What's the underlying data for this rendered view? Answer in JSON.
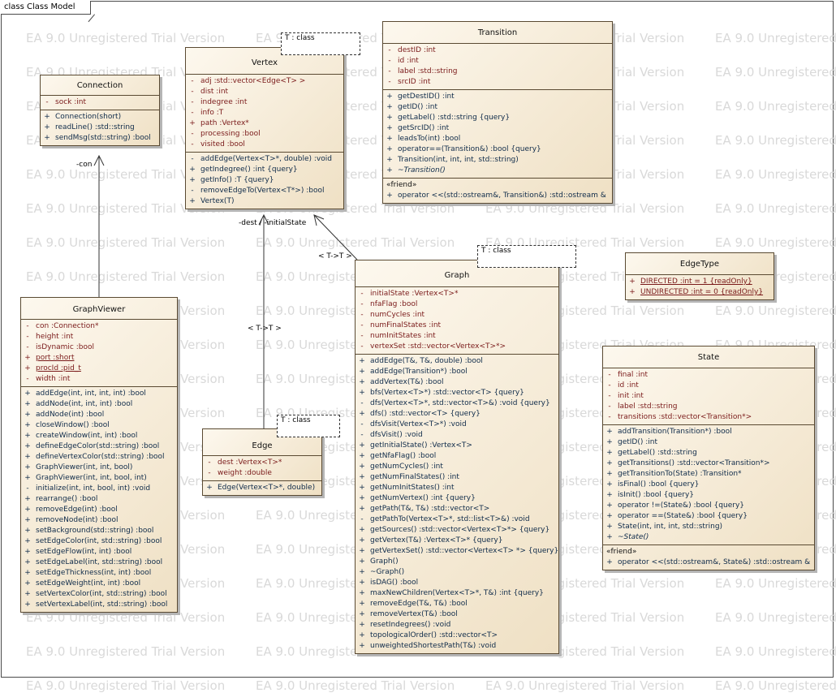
{
  "frame_label": "class Class Model",
  "watermark_text": "EA 9.0 Unregistered Trial Version",
  "colors": {
    "attr": "#7a1a1a",
    "op": "#0f2b4a",
    "border": "#5a4a32"
  },
  "template_param": "T : class",
  "edge_labels": {
    "con": "-con",
    "dest_initial": "-dest / -initialState",
    "binding_graph": "< T->T >",
    "binding_edge": "< T->T >"
  },
  "classes": {
    "connection": {
      "name": "Connection",
      "attributes": [
        {
          "vis": "-",
          "text": "sock :int"
        }
      ],
      "operations": [
        {
          "vis": "+",
          "text": "Connection(short)"
        },
        {
          "vis": "+",
          "text": "readLine() :std::string"
        },
        {
          "vis": "+",
          "text": "sendMsg(std::string) :bool"
        }
      ]
    },
    "vertex": {
      "name": "Vertex",
      "attributes": [
        {
          "vis": "-",
          "text": "adj :std::vector<Edge<T> >"
        },
        {
          "vis": "-",
          "text": "dist :int"
        },
        {
          "vis": "-",
          "text": "indegree :int"
        },
        {
          "vis": "-",
          "text": "info :T"
        },
        {
          "vis": "+",
          "text": "path :Vertex*"
        },
        {
          "vis": "-",
          "text": "processing :bool"
        },
        {
          "vis": "-",
          "text": "visited :bool"
        }
      ],
      "operations": [
        {
          "vis": "-",
          "text": "addEdge(Vertex<T>*, double) :void"
        },
        {
          "vis": "+",
          "text": "getIndegree() :int {query}"
        },
        {
          "vis": "+",
          "text": "getInfo() :T {query}"
        },
        {
          "vis": "-",
          "text": "removeEdgeTo(Vertex<T*>) :bool"
        },
        {
          "vis": "+",
          "text": "Vertex(T)"
        }
      ]
    },
    "transition": {
      "name": "Transition",
      "attributes": [
        {
          "vis": "-",
          "text": "destID :int"
        },
        {
          "vis": "-",
          "text": "id :int"
        },
        {
          "vis": "-",
          "text": "label :std::string"
        },
        {
          "vis": "-",
          "text": "srcID :int"
        }
      ],
      "operations": [
        {
          "vis": "+",
          "text": "getDestID() :int"
        },
        {
          "vis": "+",
          "text": "getID() :int"
        },
        {
          "vis": "+",
          "text": "getLabel() :std::string {query}"
        },
        {
          "vis": "+",
          "text": "getSrcID() :int"
        },
        {
          "vis": "+",
          "text": "leadsTo(int) :bool"
        },
        {
          "vis": "+",
          "text": "operator==(Transition&) :bool {query}"
        },
        {
          "vis": "+",
          "text": "Transition(int, int, int, std::string)"
        },
        {
          "vis": "+",
          "text": "~Transition()",
          "abstract": true
        }
      ],
      "friend_stereotype": "«friend»",
      "friend_ops": [
        {
          "vis": "+",
          "text": "operator <<(std::ostream&, Transition&) :std::ostream &"
        }
      ]
    },
    "edgetype": {
      "name": "EdgeType",
      "attributes": [
        {
          "vis": "+",
          "text": "DIRECTED :int = 1 {readOnly}",
          "static": true
        },
        {
          "vis": "+",
          "text": "UNDIRECTED :int = 0 {readOnly}",
          "static": true
        }
      ]
    },
    "graph": {
      "name": "Graph",
      "attributes": [
        {
          "vis": "-",
          "text": "initialState :Vertex<T>*"
        },
        {
          "vis": "-",
          "text": "nfaFlag :bool"
        },
        {
          "vis": "-",
          "text": "numCycles :int"
        },
        {
          "vis": "-",
          "text": "numFinalStates :int"
        },
        {
          "vis": "-",
          "text": "numInitStates :int"
        },
        {
          "vis": "-",
          "text": "vertexSet :std::vector<Vertex<T>*>"
        }
      ],
      "operations": [
        {
          "vis": "+",
          "text": "addEdge(T&, T&, double) :bool"
        },
        {
          "vis": "+",
          "text": "addEdge(Transition*) :bool"
        },
        {
          "vis": "+",
          "text": "addVertex(T&) :bool"
        },
        {
          "vis": "+",
          "text": "bfs(Vertex<T>*) :std::vector<T> {query}"
        },
        {
          "vis": "-",
          "text": "dfs(Vertex<T>*, std::vector<T>&) :void {query}"
        },
        {
          "vis": "+",
          "text": "dfs() :std::vector<T> {query}"
        },
        {
          "vis": "-",
          "text": "dfsVisit(Vertex<T>*) :void"
        },
        {
          "vis": "-",
          "text": "dfsVisit() :void"
        },
        {
          "vis": "+",
          "text": "getInitialState() :Vertex<T>"
        },
        {
          "vis": "+",
          "text": "getNfaFlag() :bool"
        },
        {
          "vis": "+",
          "text": "getNumCycles() :int"
        },
        {
          "vis": "+",
          "text": "getNumFinalStates() :int"
        },
        {
          "vis": "+",
          "text": "getNumInitStates() :int"
        },
        {
          "vis": "+",
          "text": "getNumVertex() :int {query}"
        },
        {
          "vis": "+",
          "text": "getPath(T&, T&) :std::vector<T>"
        },
        {
          "vis": "-",
          "text": "getPathTo(Vertex<T>*, std::list<T>&) :void"
        },
        {
          "vis": "+",
          "text": "getSources() :std::vector<Vertex<T>*> {query}"
        },
        {
          "vis": "+",
          "text": "getVertex(T&) :Vertex<T>* {query}"
        },
        {
          "vis": "+",
          "text": "getVertexSet() :std::vector<Vertex<T> *> {query}"
        },
        {
          "vis": "+",
          "text": "Graph()"
        },
        {
          "vis": "+",
          "text": "~Graph()"
        },
        {
          "vis": "+",
          "text": "isDAG() :bool"
        },
        {
          "vis": "+",
          "text": "maxNewChildren(Vertex<T>*, T&) :int {query}"
        },
        {
          "vis": "+",
          "text": "removeEdge(T&, T&) :bool"
        },
        {
          "vis": "+",
          "text": "removeVertex(T&) :bool"
        },
        {
          "vis": "+",
          "text": "resetIndegrees() :void"
        },
        {
          "vis": "+",
          "text": "topologicalOrder() :std::vector<T>"
        },
        {
          "vis": "+",
          "text": "unweightedShortestPath(T&) :void"
        }
      ]
    },
    "state": {
      "name": "State",
      "attributes": [
        {
          "vis": "-",
          "text": "final :int"
        },
        {
          "vis": "-",
          "text": "id :int"
        },
        {
          "vis": "-",
          "text": "init :int"
        },
        {
          "vis": "-",
          "text": "label :std::string"
        },
        {
          "vis": "-",
          "text": "transitions :std::vector<Transition*>"
        }
      ],
      "operations": [
        {
          "vis": "+",
          "text": "addTransition(Transition*) :bool"
        },
        {
          "vis": "+",
          "text": "getID() :int"
        },
        {
          "vis": "+",
          "text": "getLabel() :std::string"
        },
        {
          "vis": "+",
          "text": "getTransitions() :std::vector<Transition*>"
        },
        {
          "vis": "+",
          "text": "getTransitionTo(State) :Transition*"
        },
        {
          "vis": "+",
          "text": "isFinal() :bool {query}"
        },
        {
          "vis": "+",
          "text": "isInit() :bool {query}"
        },
        {
          "vis": "+",
          "text": "operator !=(State&) :bool {query}"
        },
        {
          "vis": "+",
          "text": "operator ==(State&) :bool {query}"
        },
        {
          "vis": "+",
          "text": "State(int, int, int, std::string)"
        },
        {
          "vis": "+",
          "text": "~State()",
          "abstract": true
        }
      ],
      "friend_stereotype": "«friend»",
      "friend_ops": [
        {
          "vis": "+",
          "text": "operator <<(std::ostream&, State&) :std::ostream &"
        }
      ]
    },
    "graphviewer": {
      "name": "GraphViewer",
      "attributes": [
        {
          "vis": "-",
          "text": "con :Connection*"
        },
        {
          "vis": "-",
          "text": "height :int"
        },
        {
          "vis": "-",
          "text": "isDynamic :bool"
        },
        {
          "vis": "+",
          "text": "port :short",
          "static": true
        },
        {
          "vis": "+",
          "text": "procId :pid_t",
          "static": true
        },
        {
          "vis": "-",
          "text": "width :int"
        }
      ],
      "operations": [
        {
          "vis": "+",
          "text": "addEdge(int, int, int, int) :bool"
        },
        {
          "vis": "+",
          "text": "addNode(int, int, int) :bool"
        },
        {
          "vis": "+",
          "text": "addNode(int) :bool"
        },
        {
          "vis": "+",
          "text": "closeWindow() :bool"
        },
        {
          "vis": "+",
          "text": "createWindow(int, int) :bool"
        },
        {
          "vis": "+",
          "text": "defineEdgeColor(std::string) :bool"
        },
        {
          "vis": "+",
          "text": "defineVertexColor(std::string) :bool"
        },
        {
          "vis": "+",
          "text": "GraphViewer(int, int, bool)"
        },
        {
          "vis": "+",
          "text": "GraphViewer(int, int, bool, int)"
        },
        {
          "vis": "-",
          "text": "initialize(int, int, bool, int) :void"
        },
        {
          "vis": "+",
          "text": "rearrange() :bool"
        },
        {
          "vis": "+",
          "text": "removeEdge(int) :bool"
        },
        {
          "vis": "+",
          "text": "removeNode(int) :bool"
        },
        {
          "vis": "+",
          "text": "setBackground(std::string) :bool"
        },
        {
          "vis": "+",
          "text": "setEdgeColor(int, std::string) :bool"
        },
        {
          "vis": "+",
          "text": "setEdgeFlow(int, int) :bool"
        },
        {
          "vis": "+",
          "text": "setEdgeLabel(int, std::string) :bool"
        },
        {
          "vis": "+",
          "text": "setEdgeThickness(int, int) :bool"
        },
        {
          "vis": "+",
          "text": "setEdgeWeight(int, int) :bool"
        },
        {
          "vis": "+",
          "text": "setVertexColor(int, std::string) :bool"
        },
        {
          "vis": "+",
          "text": "setVertexLabel(int, std::string) :bool"
        }
      ]
    },
    "edge": {
      "name": "Edge",
      "attributes": [
        {
          "vis": "-",
          "text": "dest :Vertex<T>*"
        },
        {
          "vis": "-",
          "text": "weight :double"
        }
      ],
      "operations": [
        {
          "vis": "+",
          "text": "Edge(Vertex<T>*, double)"
        }
      ]
    }
  }
}
